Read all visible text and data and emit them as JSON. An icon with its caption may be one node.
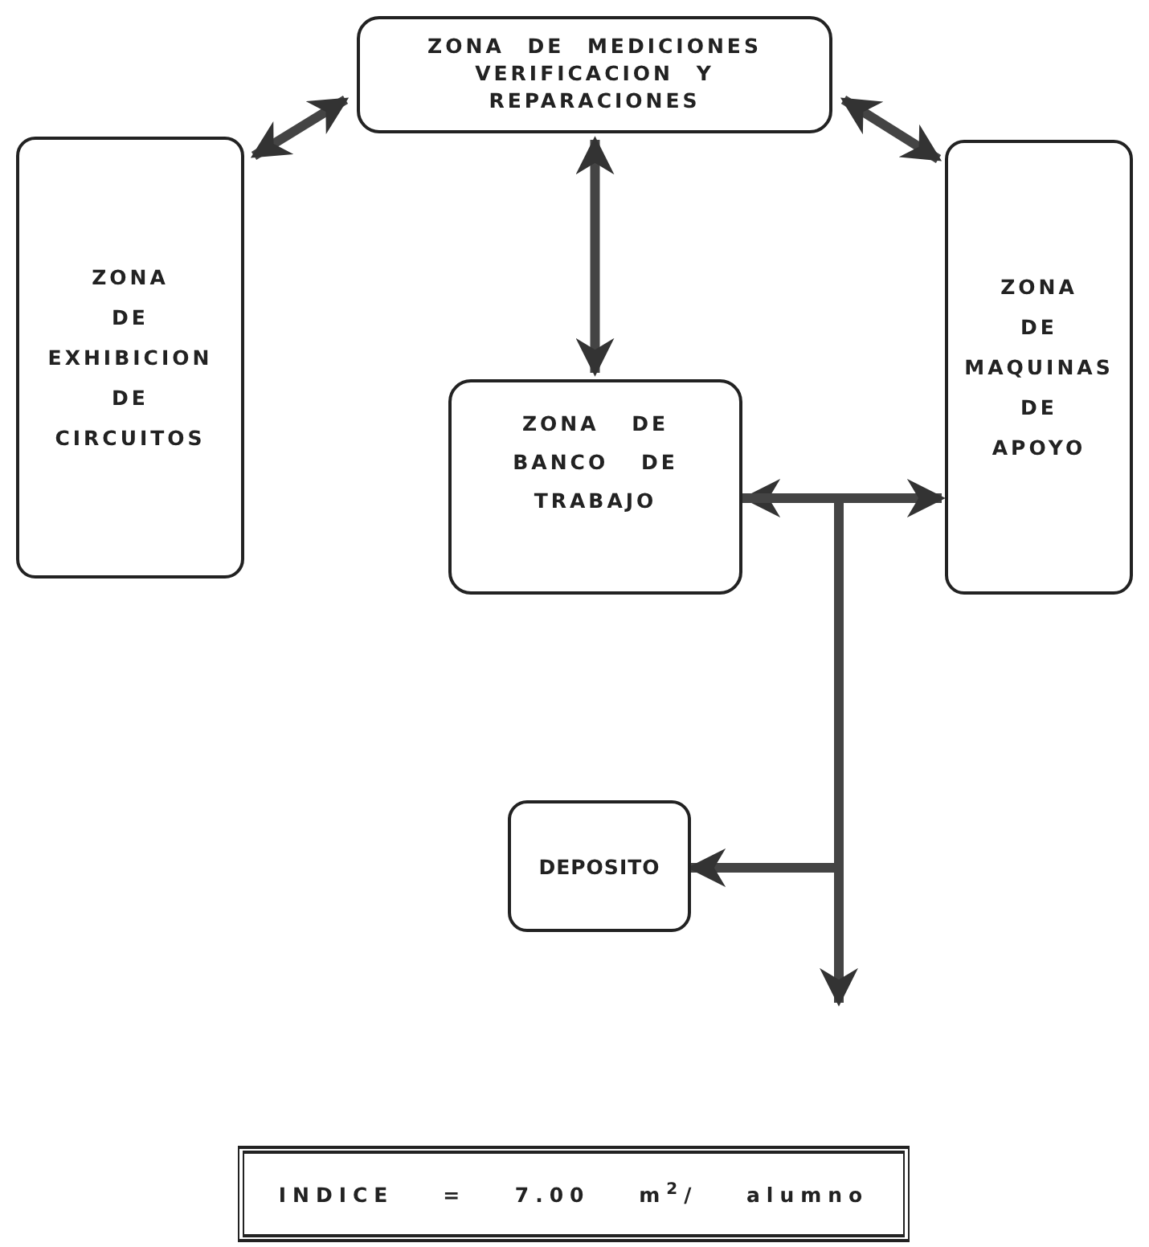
{
  "diagram": {
    "nodes": [
      {
        "text": [
          "ZONA DE MEDICIONES VERIFICACION Y REPARACIONES"
        ]
      },
      {
        "text": [
          "ZONA DE EXHIBICION DE CIRCUITOS"
        ]
      },
      {
        "text": [
          "ZONA DE MAQUINAS DE APOYO"
        ]
      },
      {
        "text": [
          "ZONA DE BANCO DE TRABAJO"
        ]
      },
      {
        "text": [
          "DEPOSITO"
        ]
      },
      {
        "text": [
          "INDICE = 7.00 m$^{2}$/ alumno"
        ]
      }
    ],
    "edges": [
      {
        "from": 0,
        "to": 1,
        "arrow": "both"
      },
      {
        "from": 0,
        "to": 2,
        "arrow": "both"
      },
      {
        "from": 0,
        "to": 3,
        "arrow": "both"
      },
      {
        "from": 3,
        "to": 2,
        "arrow": "both"
      },
      {
        "from": 3,
        "to": 4,
        "arrow": "to"
      },
      {
        "from": 3,
        "to": null,
        "arrow": "to"
      }
    ]
  }
}
